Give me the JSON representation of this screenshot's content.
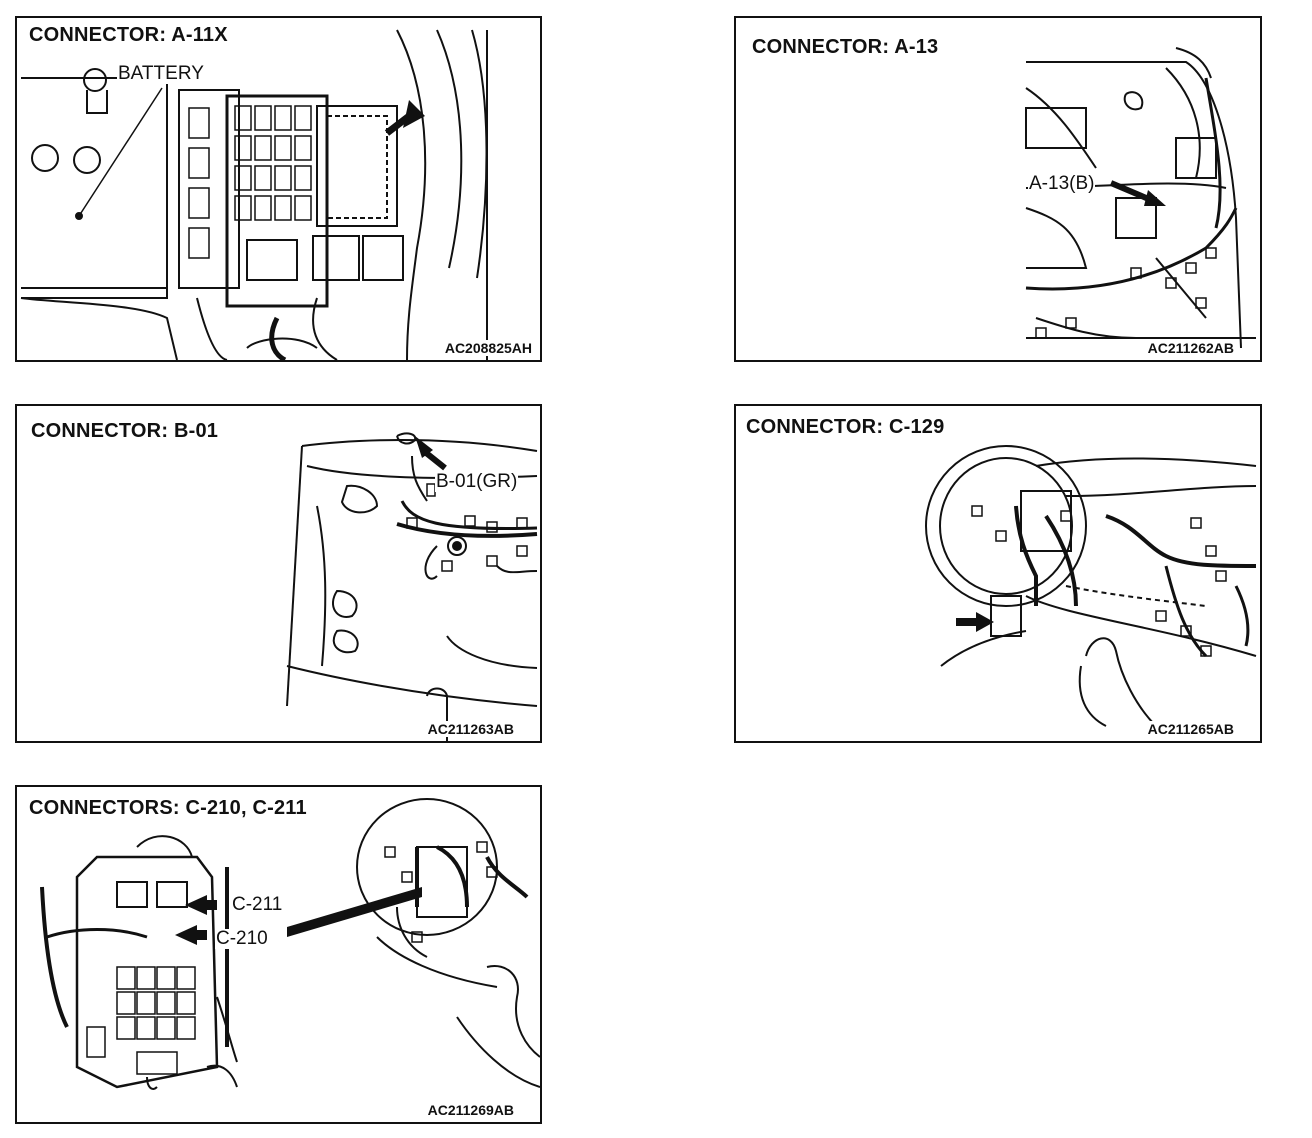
{
  "panels": [
    {
      "title": "CONNECTOR: A-11X",
      "code": "AC208825AH",
      "labels": [
        "BATTERY"
      ]
    },
    {
      "title": "CONNECTOR: A-13",
      "code": "AC211262AB",
      "labels": [
        "A-13(B)"
      ]
    },
    {
      "title": "CONNECTOR: B-01",
      "code": "AC211263AB",
      "labels": [
        "B-01(GR)"
      ]
    },
    {
      "title": "CONNECTOR: C-129",
      "code": "AC211265AB",
      "labels": []
    },
    {
      "title": "CONNECTORS: C-210, C-211",
      "code": "AC211269AB",
      "labels": [
        "C-211",
        "C-210"
      ]
    }
  ]
}
